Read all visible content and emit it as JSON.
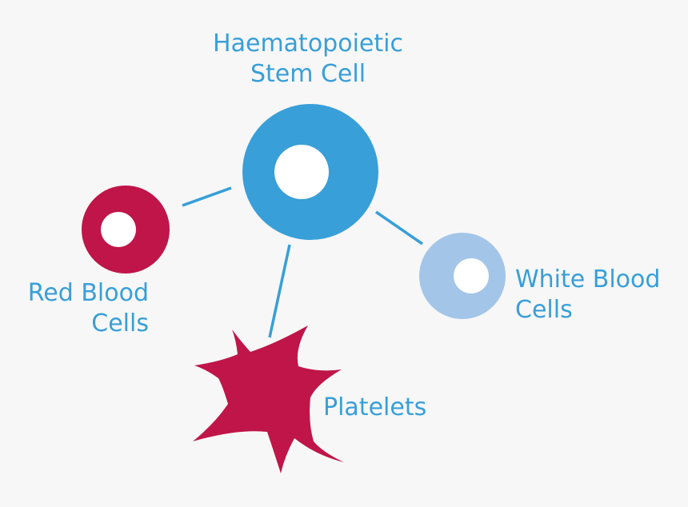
{
  "colors": {
    "background": "#f7f7f7",
    "stem_cell": "#389fd8",
    "red_cell": "#bf1549",
    "white_cell": "#a3c5e8",
    "platelet": "#bf1549",
    "nucleus": "#ffffff",
    "connector": "#389fd8",
    "label_text": "#389fd8"
  },
  "nodes": {
    "stem_cell": {
      "label_line1": "Haematopoietic",
      "label_line2": "Stem Cell"
    },
    "red_blood_cells": {
      "label_line1": "Red Blood",
      "label_line2": "Cells"
    },
    "white_blood_cells": {
      "label_line1": "White Blood",
      "label_line2": "Cells"
    },
    "platelets": {
      "label": "Platelets"
    }
  },
  "icons": {
    "stem_cell": "stem-cell-icon",
    "red_blood_cell": "red-blood-cell-icon",
    "white_blood_cell": "white-blood-cell-icon",
    "platelet": "platelet-icon"
  }
}
